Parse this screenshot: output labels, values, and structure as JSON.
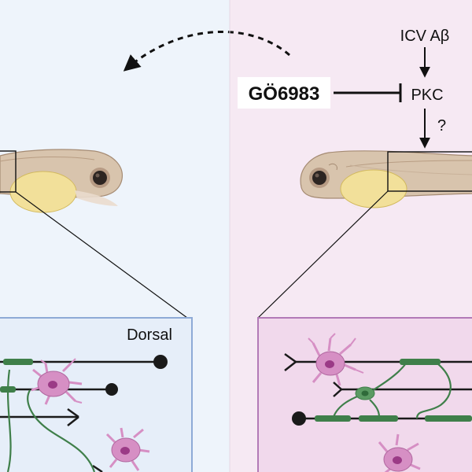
{
  "labels": {
    "inhibitor": "GÖ6983",
    "stimulus": "ICV Aβ",
    "kinase": "PKC",
    "unknown_link": "?",
    "region": "Dorsal"
  },
  "colors": {
    "left_bg": "#eef4fb",
    "right_bg": "#f6e9f3",
    "left_panel_fill": "#e6eef9",
    "left_panel_border": "#8eaad6",
    "right_panel_fill": "#f1d9ec",
    "right_panel_border": "#b27ab7",
    "oligodendrocyte": "#3f7f4a",
    "microglia": "#d68fc4",
    "microglia_nucleus": "#9b3a86",
    "axon": "#1a1a1a"
  }
}
